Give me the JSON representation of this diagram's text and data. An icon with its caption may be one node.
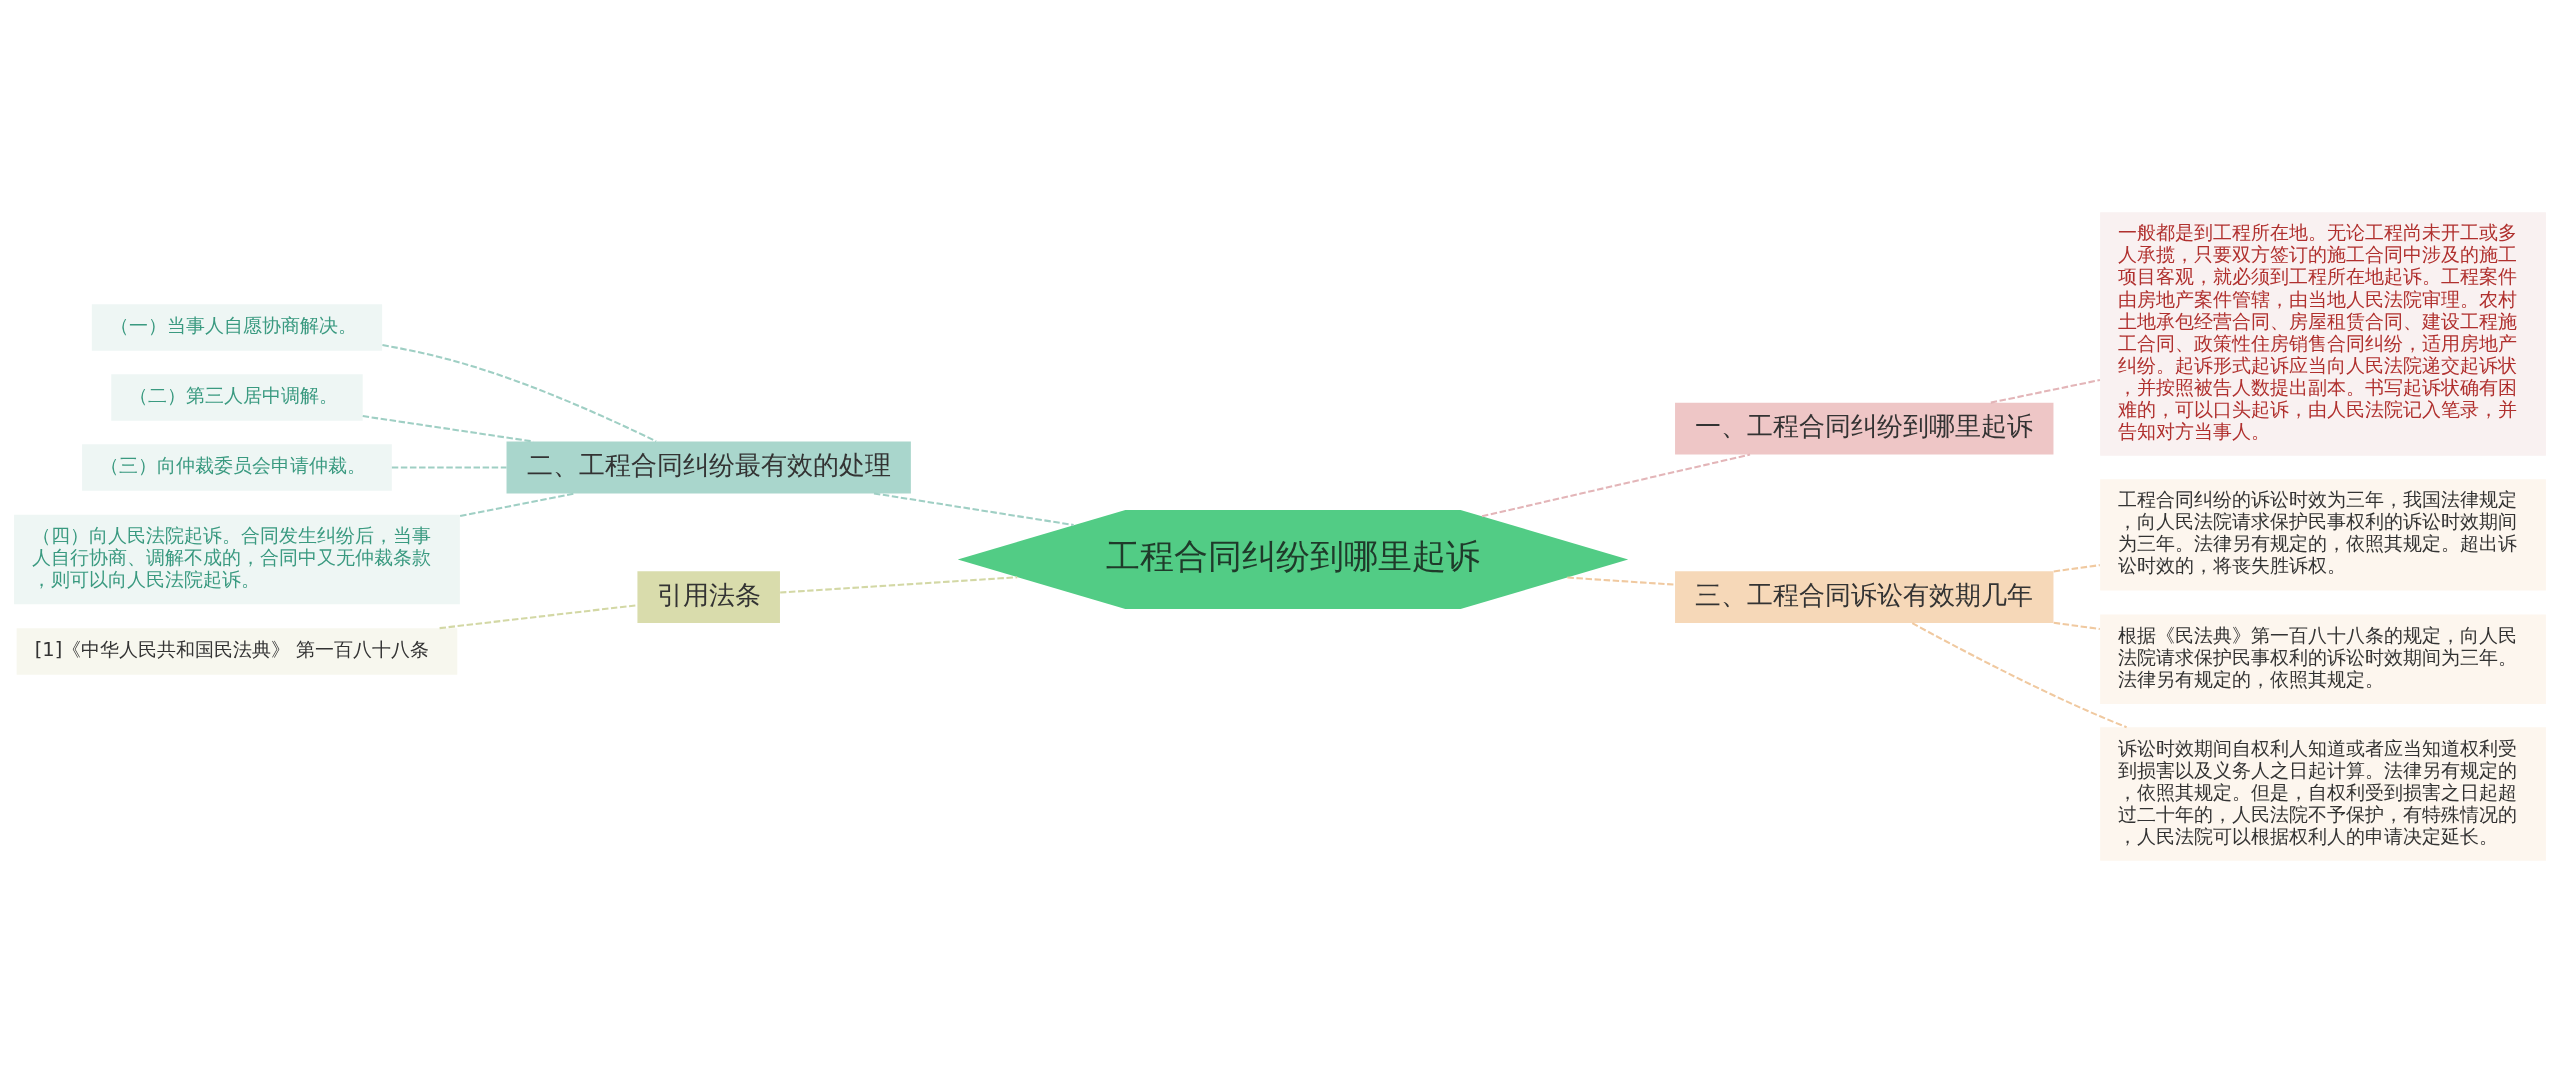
{
  "diagram": {
    "nodes": [
      {
        "text": [
          "工程合同纠纷到哪里起诉"
        ]
      },
      {
        "text": [
          "一、工程合同纠纷到哪里起诉"
        ]
      },
      {
        "text": [
          "一般都是到工程所在地。无论工程尚未开工或多人承揽，只要双方签订的施工合同中涉及的施工项目客观，就必须到工程所在地起诉。工程案件由房地产案件管辖，由当地人民法院审理。农村土地承包经营合同、房屋租赁合同、建设工程施工合同、政策性住房销售合同纠纷，适用房地产纠纷。起诉形式起诉应当向人民法院递交起诉状，并按照被告人数提出副本。书写起诉状确有困难的，可以口头起诉，由人民法院记入笔录，并告知对方当事人。"
        ]
      },
      {
        "text": [
          "二、工程合同纠纷最有效的处理"
        ]
      },
      {
        "text": [
          "（一）当事人自愿协商解决。"
        ]
      },
      {
        "text": [
          "（二）第三人居中调解。"
        ]
      },
      {
        "text": [
          "（三）向仲裁委员会申请仲裁。"
        ]
      },
      {
        "text": [
          "（四）向人民法院起诉。合同发生纠纷后，当事人自行协商、调解不成的，合同中又无仲裁条款，则可以向人民法院起诉。"
        ]
      },
      {
        "text": [
          "三、工程合同诉讼有效期几年"
        ]
      },
      {
        "text": [
          "工程合同纠纷的诉讼时效为三年，我国法律规定，向人民法院请求保护民事权利的诉讼时效期间为三年。法律另有规定的，依照其规定。超出诉讼时效的，将丧失胜诉权。"
        ]
      },
      {
        "text": [
          "根据《民法典》第一百八十八条的规定，向人民法院请求保护民事权利的诉讼时效期间为三年。法律另有规定的，依照其规定。"
        ]
      },
      {
        "text": [
          "诉讼时效期间自权利人知道或者应当知道权利受到损害以及义务人之日起计算。法律另有规定的，依照其规定。但是，自权利受到损害之日起超过二十年的，人民法院不予保护，有特殊情况的，人民法院可以根据权利人的申请决定延长。"
        ]
      },
      {
        "text": [
          "引用法条"
        ]
      },
      {
        "text": [
          "[1]《中华人民共和国民法典》 第一百八十八条"
        ]
      }
    ],
    "edges": [
      {
        "from": 0,
        "to": 1,
        "arrow": "none",
        "style": "dashed",
        "color": "#e3b5b8"
      },
      {
        "from": 1,
        "to": 2,
        "arrow": "none",
        "style": "dashed",
        "color": "#e3b5b8"
      },
      {
        "from": 0,
        "to": 3,
        "arrow": "none",
        "style": "dashed",
        "color": "#9fcfc4"
      },
      {
        "from": 3,
        "to": 4,
        "arrow": "none",
        "style": "dashed",
        "color": "#9fcfc4"
      },
      {
        "from": 3,
        "to": 5,
        "arrow": "none",
        "style": "dashed",
        "color": "#9fcfc4"
      },
      {
        "from": 3,
        "to": 6,
        "arrow": "none",
        "style": "dashed",
        "color": "#9fcfc4"
      },
      {
        "from": 3,
        "to": 7,
        "arrow": "none",
        "style": "dashed",
        "color": "#9fcfc4"
      },
      {
        "from": 0,
        "to": 8,
        "arrow": "none",
        "style": "dashed",
        "color": "#f0c9a0"
      },
      {
        "from": 8,
        "to": 9,
        "arrow": "none",
        "style": "dashed",
        "color": "#f0c9a0"
      },
      {
        "from": 8,
        "to": 10,
        "arrow": "none",
        "style": "dashed",
        "color": "#f0c9a0"
      },
      {
        "from": 8,
        "to": 11,
        "arrow": "none",
        "style": "dashed",
        "color": "#f0c9a0"
      },
      {
        "from": 0,
        "to": 12,
        "arrow": "none",
        "style": "dashed",
        "color": "#d3d8a5"
      },
      {
        "from": 12,
        "to": 13,
        "arrow": "none",
        "style": "dashed",
        "color": "#d3d8a5"
      }
    ]
  }
}
